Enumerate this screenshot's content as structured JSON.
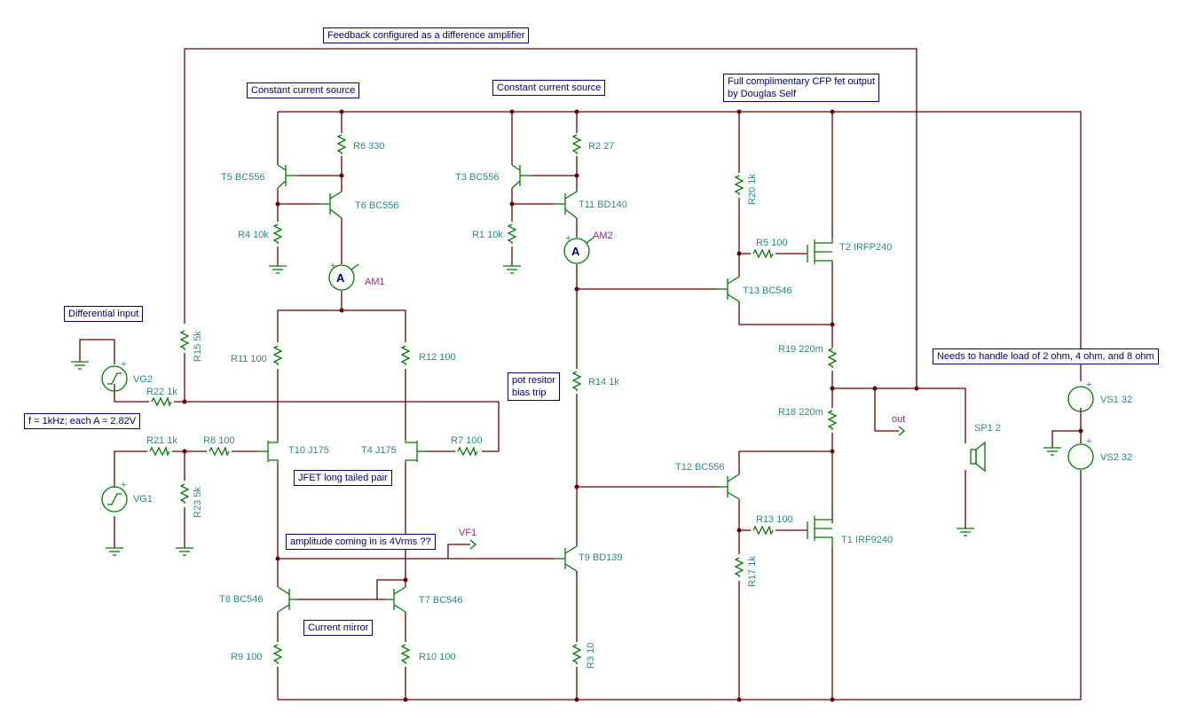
{
  "notes": {
    "feedback": "Feedback configured as a difference amplifier",
    "ccs1": "Constant current source",
    "ccs2": "Constant current source",
    "output_line1": "Full complimentary CFP fet output",
    "output_line2": "by Douglas Self",
    "diff_input": "Differential input",
    "freq": "f = 1kHz; each A = 2.82V",
    "jfet": "JFET long tailed pair",
    "pot_line1": "pot resitor",
    "pot_line2": "bias trip",
    "amplitude": "amplitude coming in is 4Vrms ??",
    "mirror": "Current mirror",
    "load": "Needs to handle load of 2 ohm, 4 ohm, and 8 ohm"
  },
  "labels": {
    "r6": "R6 330",
    "t5": "T5 BC556",
    "t6": "T6 BC556",
    "r4": "R4 10k",
    "am1": "AM1",
    "r2": "R2 27",
    "t3": "T3 BC556",
    "t11": "T11 BD140",
    "r1": "R1 10k",
    "am2": "AM2",
    "r20": "R20 1k",
    "r5": "R5 100",
    "t2": "T2 IRFP240",
    "t13": "T13 BC546",
    "r11": "R11 100",
    "r12": "R12 100",
    "r15": "R15 5k",
    "vg2": "VG2",
    "r22": "R22 1k",
    "r21": "R21 1k",
    "r8": "R8 100",
    "t10": "T10 J175",
    "t4": "T4 J175",
    "r7": "R7 100",
    "vg1": "VG1",
    "r23": "R23 5k",
    "r14": "R14 1k",
    "r19": "R19 220m",
    "r18": "R18 220m",
    "out": "out",
    "sp1": "SP1 2",
    "vs1": "VS1 32",
    "vs2": "VS2 32",
    "t12": "T12 BC556",
    "r13": "R13 100",
    "t1": "T1 IRF9240",
    "r17": "R17 1k",
    "vf1": "VF1",
    "t9": "T9 BD139",
    "t8": "T8 BC546",
    "t7": "T7 BC546",
    "r9": "R9 100",
    "r10": "R10 100",
    "r3": "R3 10",
    "ammeter_symbol": "A",
    "plus": "+"
  }
}
